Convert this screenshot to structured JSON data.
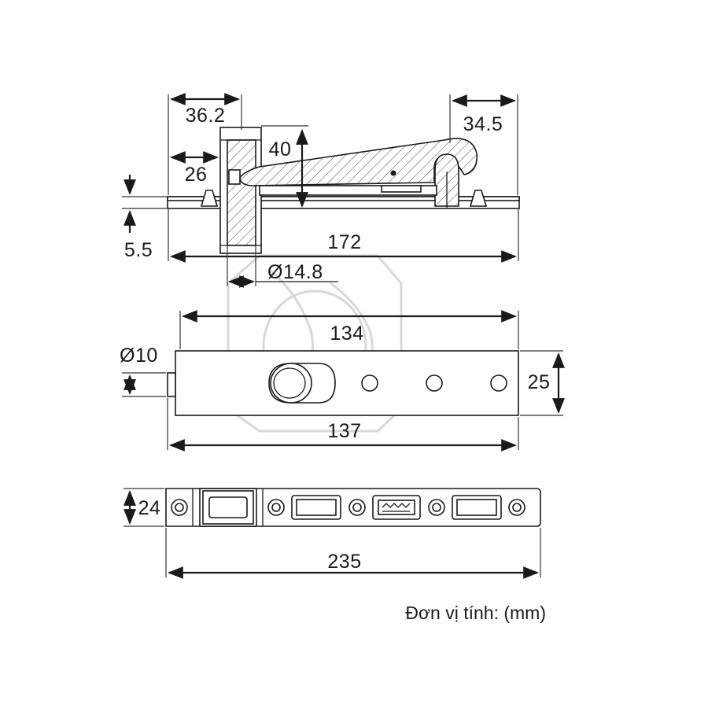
{
  "side_view": {
    "dim_top_left": "36.2",
    "dim_top_right": "34.5",
    "dim_height": "40",
    "dim_pin_offset": "26",
    "dim_plate_thickness": "5.5",
    "dim_overall": "172",
    "dim_pin_diameter": "Ø14.8"
  },
  "plan_view": {
    "dim_hole_pitch": "134",
    "dim_pin_diameter": "Ø10",
    "dim_width": "25",
    "dim_plate_length": "137"
  },
  "strap_view": {
    "dim_width": "24",
    "dim_length": "235"
  },
  "unit_note": "Đơn vị tính: (mm)"
}
